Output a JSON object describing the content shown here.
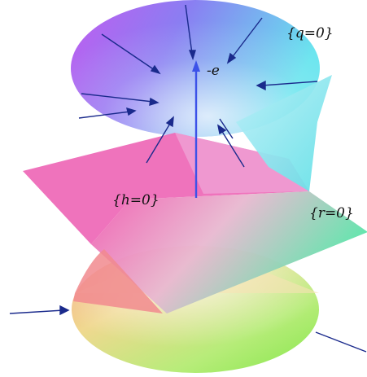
{
  "labels": {
    "q": "{q=0}",
    "e": "-e",
    "h": "{h=0}",
    "r": "{r=0}"
  },
  "colors": {
    "top_left": "#c05cf0",
    "top_mid": "#7f86f2",
    "top_right": "#6fe2ee",
    "plane_left": "#f060b0",
    "plane_right": "#5ee6b0",
    "bottom_left": "#f49a6a",
    "bottom_right": "#8ee85a",
    "arrow": "#1a2a8c",
    "axis": "#3c52e8"
  }
}
